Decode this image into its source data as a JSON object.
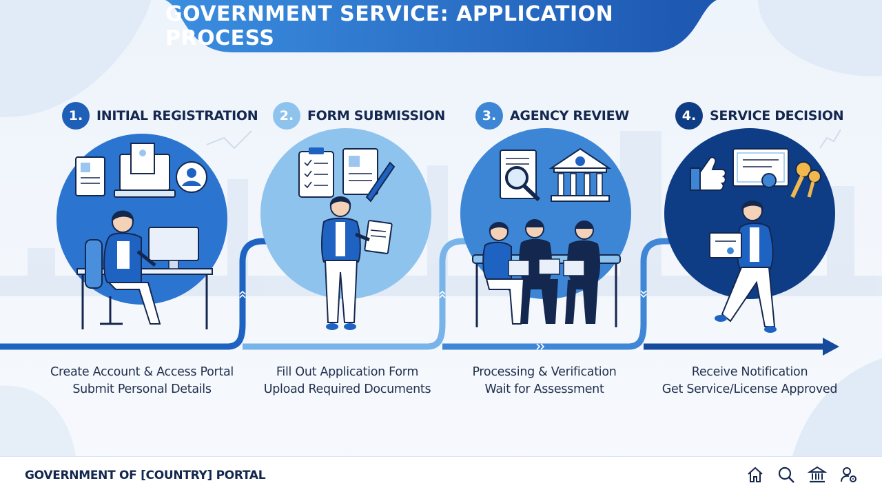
{
  "title": "GOVERNMENT SERVICE: APPLICATION PROCESS",
  "colors": {
    "primary": "#1e5fb8",
    "light": "#8ec3ee",
    "mid": "#3d86d6",
    "dark": "#0e3d86",
    "text": "#14274e"
  },
  "steps": [
    {
      "number": "1.",
      "title": "INITIAL REGISTRATION",
      "line1": "Create Account & Access Portal",
      "line2": "Submit Personal Details"
    },
    {
      "number": "2.",
      "title": "FORM SUBMISSION",
      "line1": "Fill Out Application Form",
      "line2": "Upload Required Documents"
    },
    {
      "number": "3.",
      "title": "AGENCY REVIEW",
      "line1": "Processing & Verification",
      "line2": "Wait for Assessment"
    },
    {
      "number": "4.",
      "title": "SERVICE DECISION",
      "line1": "Receive Notification",
      "line2": "Get Service/License Approved"
    }
  ],
  "footer": {
    "portal": "GOVERNMENT OF [COUNTRY] PORTAL",
    "icons": [
      "home-icon",
      "search-icon",
      "bank-icon",
      "user-settings-icon"
    ]
  }
}
